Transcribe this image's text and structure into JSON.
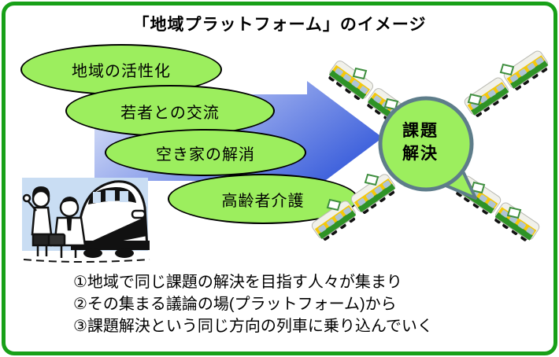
{
  "title": "「地域プラットフォーム」のイメージ",
  "ellipses": [
    {
      "label": "地域の活性化"
    },
    {
      "label": "若者との交流"
    },
    {
      "label": "空き家の解消"
    },
    {
      "label": "高齢者介護"
    }
  ],
  "bubble": {
    "line1": "課題",
    "line2": "解決"
  },
  "steps": [
    "①地域で同じ課題の解決を目指す人々が集まり",
    "②その集まる議論の場(プラットフォーム)から",
    "③課題解決という同じ方向の列車に乗り込んでいく"
  ],
  "icons": {
    "block_arrow": "right-block-arrow",
    "train": "train-icon",
    "speech_bubble": "speech-bubble",
    "people_clipart": "people-and-train-illustration"
  },
  "colors": {
    "frame_green": "#18A018",
    "ellipse_green": "#9CEE5E",
    "bubble_outline": "#5E7D8A",
    "arrow_blue_dark": "#3E61DC",
    "arrow_blue_light": "#E4EBF9",
    "train_green": "#2E9326",
    "train_yellow": "#F4C80A",
    "clipart_background": "#C9DDF3"
  }
}
